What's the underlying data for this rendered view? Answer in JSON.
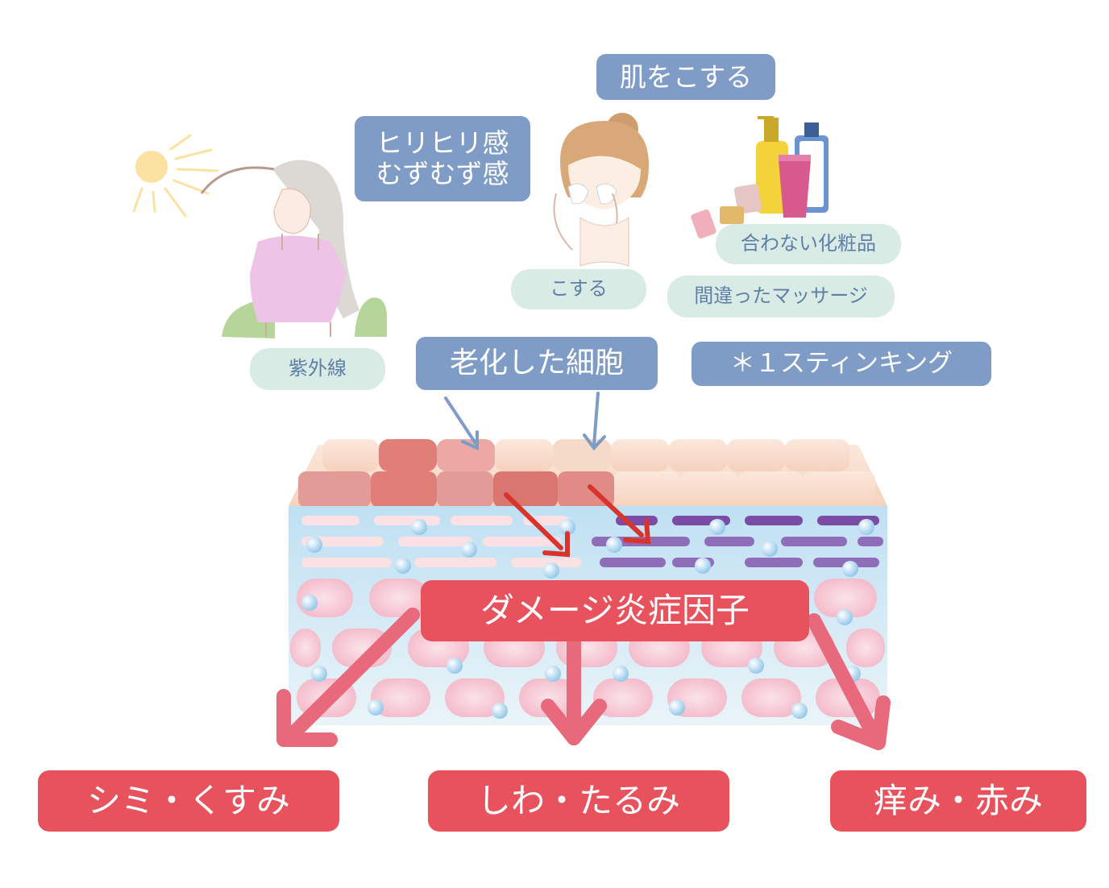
{
  "labels": {
    "rub_skin": "肌をこする",
    "tingling_line1": "ヒリヒリ感",
    "tingling_line2": "むずむず感",
    "uv": "紫外線",
    "rubbing": "こする",
    "unsuitable_cosmetics": "合わない化粧品",
    "wrong_massage": "間違ったマッサージ",
    "aged_cells": "老化した細胞",
    "stinging": "＊１スティンキング",
    "damage_factor": "ダメージ炎症因子"
  },
  "outcomes": {
    "spots": "シミ・くすみ",
    "wrinkles": "しわ・たるみ",
    "itch": "痒み・赤み"
  },
  "colors": {
    "blue_label": "#7f9cc7",
    "mint_label": "#d8ebe4",
    "red_label": "#e8525d",
    "pink_arrow": "#e8687c",
    "red_arrow": "#d9342b",
    "blue_arrow": "#7f9cc7"
  },
  "icons": [
    "sun-icon",
    "woman-sun-illustration",
    "woman-washing-face-illustration",
    "cosmetics-illustration",
    "skin-layers-illustration"
  ]
}
